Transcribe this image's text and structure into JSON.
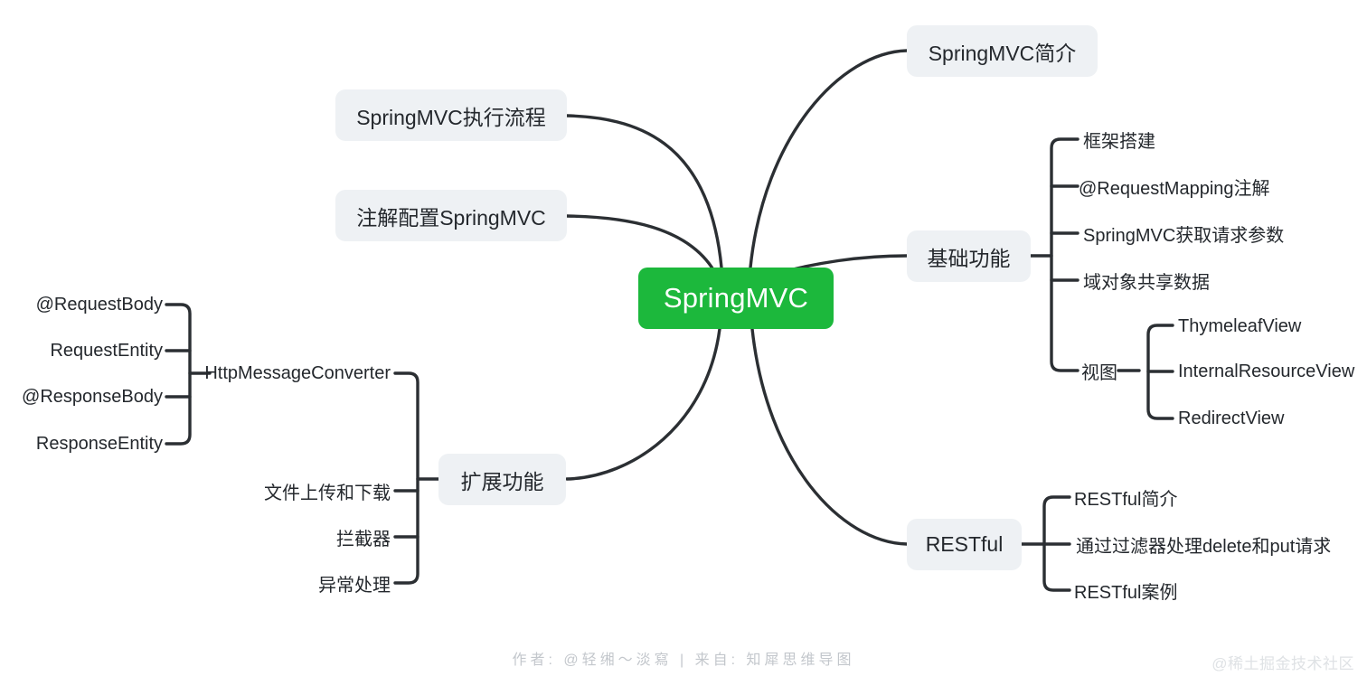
{
  "colors": {
    "root_fill": "#1cb83c",
    "root_text": "#ffffff",
    "pill_fill": "#eef1f4",
    "text": "#24282d",
    "line": "#2b2f33",
    "footer_text": "#c3c7cc",
    "watermark_text": "#dfe2e5",
    "background": "#ffffff"
  },
  "root": {
    "label": "SpringMVC"
  },
  "branches": {
    "springmvc_intro": {
      "label": "SpringMVC简介"
    },
    "execution_flow": {
      "label": "SpringMVC执行流程"
    },
    "annotation_config": {
      "label": "注解配置SpringMVC"
    },
    "basic_features": {
      "label": "基础功能",
      "children": [
        {
          "label": "框架搭建"
        },
        {
          "label": "@RequestMapping注解"
        },
        {
          "label": "SpringMVC获取请求参数"
        },
        {
          "label": "域对象共享数据"
        },
        {
          "label": "视图",
          "children": [
            {
              "label": "ThymeleafView"
            },
            {
              "label": "InternalResourceView"
            },
            {
              "label": "RedirectView"
            }
          ]
        }
      ]
    },
    "restful": {
      "label": "RESTful",
      "children": [
        {
          "label": "RESTful简介"
        },
        {
          "label": "通过过滤器处理delete和put请求"
        },
        {
          "label": "RESTful案例"
        }
      ]
    },
    "extended_features": {
      "label": "扩展功能",
      "children": [
        {
          "label": "HttpMessageConverter",
          "children": [
            {
              "label": "@RequestBody"
            },
            {
              "label": "RequestEntity"
            },
            {
              "label": "@ResponseBody"
            },
            {
              "label": "ResponseEntity"
            }
          ]
        },
        {
          "label": "文件上传和下载"
        },
        {
          "label": "拦截器"
        },
        {
          "label": "异常处理"
        }
      ]
    }
  },
  "footer": {
    "credit": "作者: @轻缃～淡寫  |  来自: 知犀思维导图"
  },
  "watermark": {
    "label": "@稀土掘金技术社区"
  }
}
